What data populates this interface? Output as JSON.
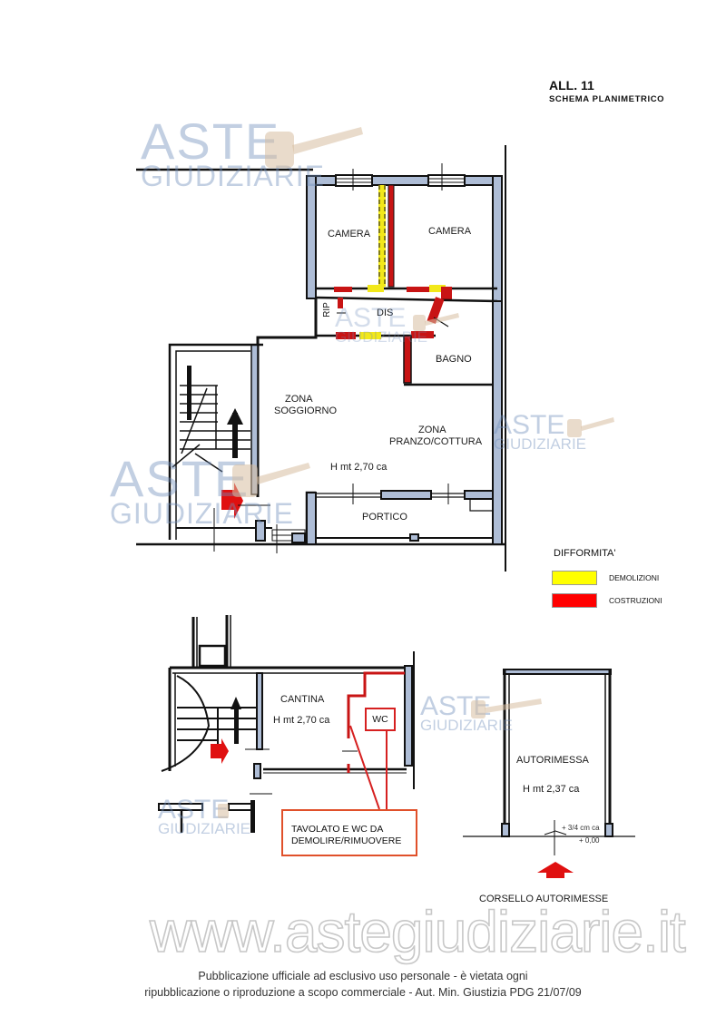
{
  "header": {
    "title": "ALL. 11",
    "subtitle": "SCHEMA PLANIMETRICO"
  },
  "watermark": {
    "line1": "ASTE",
    "line2": "GIUDIZIARIE",
    "site": "www.astegiudiziarie.it"
  },
  "ground_floor": {
    "rooms": {
      "camera_left": "CAMERA",
      "camera_right": "CAMERA",
      "rip": "RIP",
      "dis": "DIS",
      "bagno": "BAGNO",
      "zona_soggiorno_1": "ZONA",
      "zona_soggiorno_2": "SOGGIORNO",
      "zona_pranzo_1": "ZONA",
      "zona_pranzo_2": "PRANZO/COTTURA",
      "height": "H mt 2,70 ca",
      "portico": "PORTICO"
    }
  },
  "legend": {
    "title": "DIFFORMITA'",
    "items": [
      {
        "label": "DEMOLIZIONI",
        "color": "#ffff00"
      },
      {
        "label": "COSTRUZIONI",
        "color": "#ff0000"
      }
    ]
  },
  "cellar": {
    "name": "CANTINA",
    "height": "H mt 2,70 ca",
    "wc": "WC",
    "note_line1": "TAVOLATO E WC DA",
    "note_line2": "DEMOLIRE/RIMUOVERE"
  },
  "garage": {
    "name": "AUTORIMESSA",
    "height": "H mt 2,37 ca",
    "level_1": "+ 3/4 cm ca",
    "level_2": "+ 0,00",
    "corridor": "CORSELLO AUTORIMESSE"
  },
  "colors": {
    "wall_fill": "#aebdd6",
    "wall_line": "#111111",
    "demolition": "#f2e81a",
    "construction": "#c81414",
    "arrow": "#e01010",
    "note_border": "#e0502a"
  },
  "footer": {
    "line1": "Pubblicazione ufficiale ad esclusivo uso personale - è vietata ogni",
    "line2": "ripubblicazione o riproduzione a scopo commerciale - Aut. Min. Giustizia PDG 21/07/09"
  }
}
